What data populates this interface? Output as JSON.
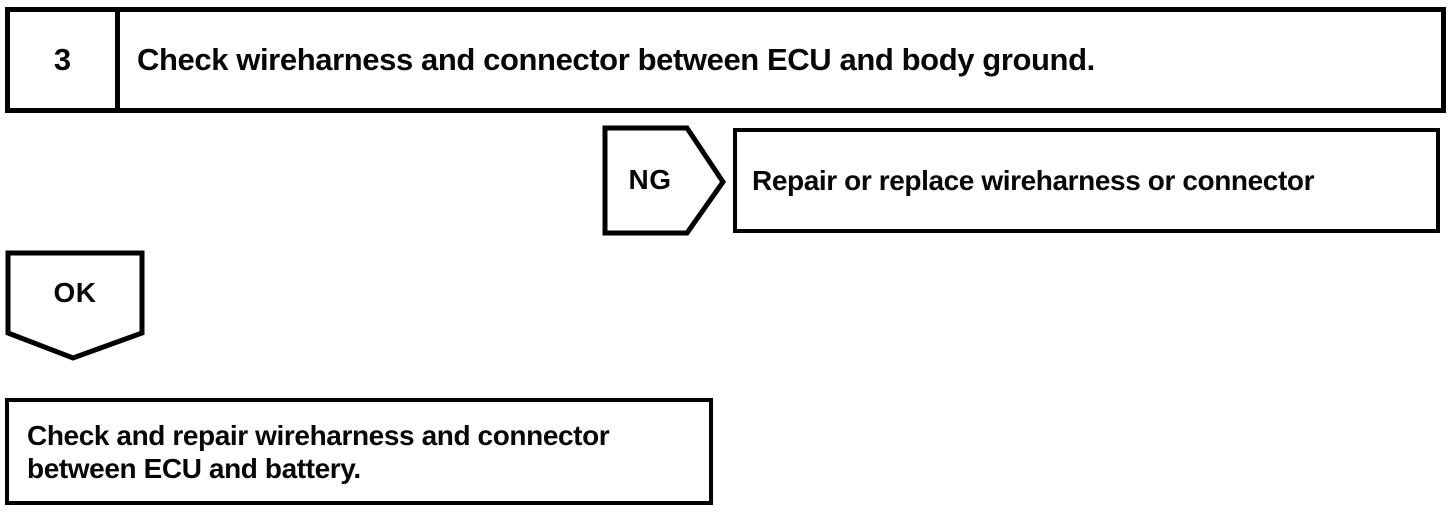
{
  "colors": {
    "line": "#000000",
    "background": "#ffffff",
    "text": "#070707"
  },
  "flowchart": {
    "step": {
      "number": "3",
      "instruction": "Check wireharness and connector between ECU and body ground."
    },
    "ng_branch": {
      "label": "NG",
      "action": "Repair or replace wireharness or connector"
    },
    "ok_branch": {
      "label": "OK"
    },
    "next_step": {
      "instruction": "Check and repair wireharness and connector between ECU and battery."
    }
  }
}
